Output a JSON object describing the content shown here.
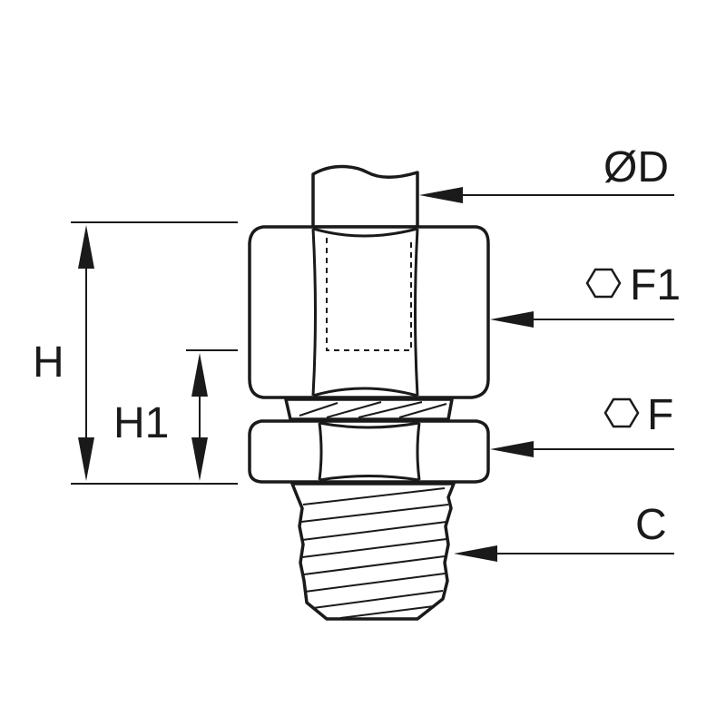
{
  "labels": {
    "diameter": "ØD",
    "hex_upper": "F1",
    "hex_lower": "F",
    "thread": "C",
    "height_total": "H",
    "height_partial": "H1"
  },
  "icons": {
    "hex_upper": "hexagon-icon",
    "hex_lower": "hexagon-icon"
  },
  "colors": {
    "line": "#1a1a1a",
    "background": "#ffffff"
  }
}
